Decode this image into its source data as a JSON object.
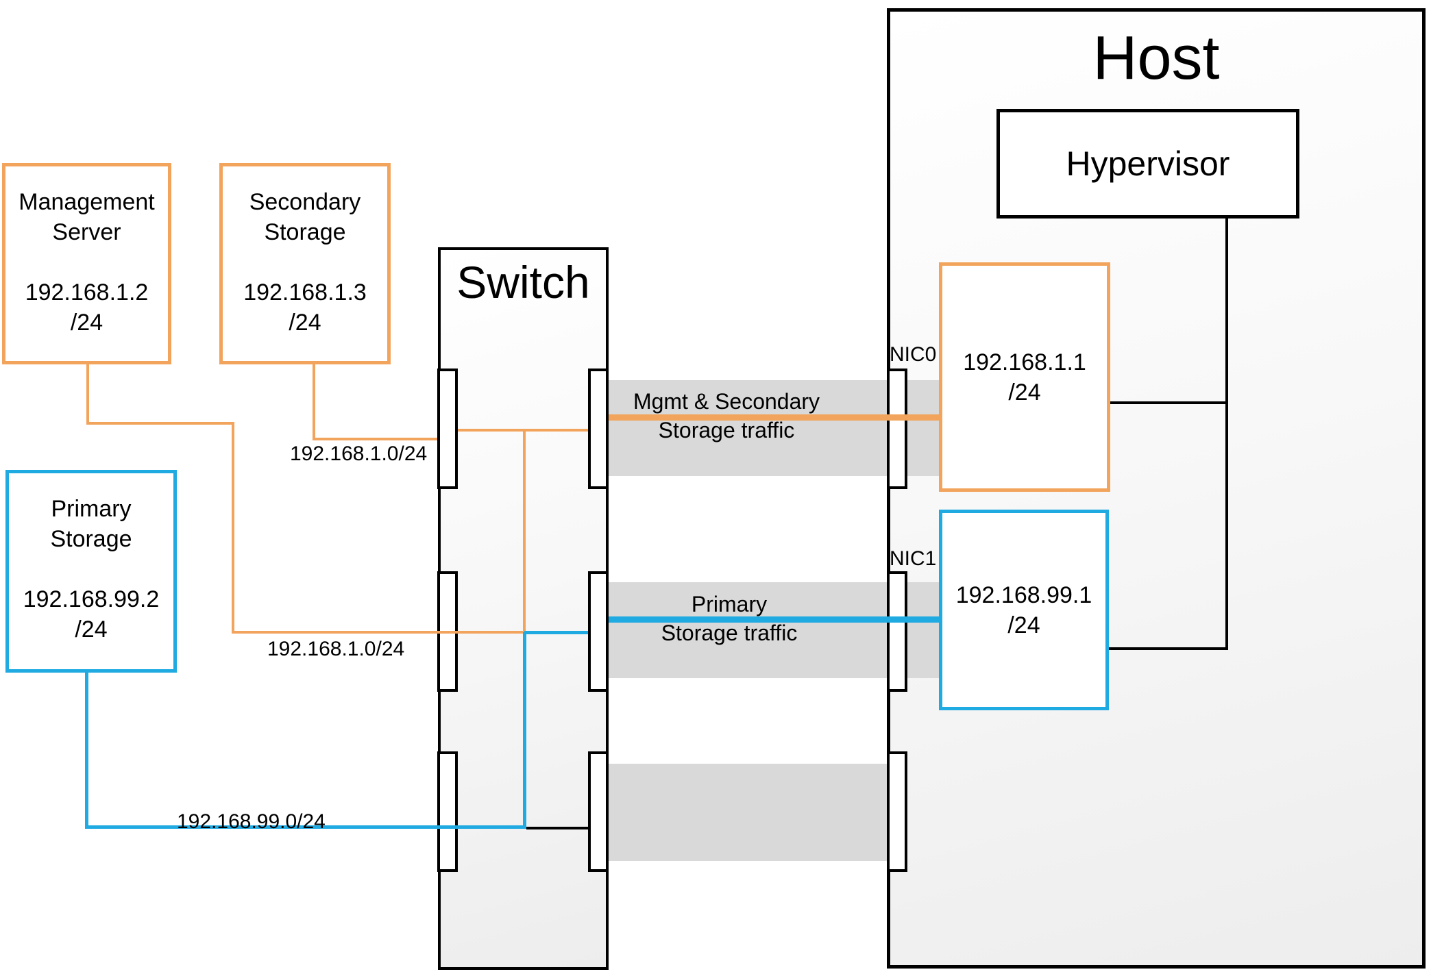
{
  "diagram": {
    "host": {
      "title": "Host"
    },
    "hypervisor": {
      "label": "Hypervisor"
    },
    "switch": {
      "title": "Switch"
    },
    "nodes": {
      "management": {
        "name": "Management\nServer",
        "ip": "192.168.1.2\n/24"
      },
      "secondary": {
        "name": "Secondary\nStorage",
        "ip": "192.168.1.3\n/24"
      },
      "primary": {
        "name": "Primary\nStorage",
        "ip": "192.168.99.2\n/24"
      }
    },
    "nics": {
      "nic0": {
        "label": "NIC0",
        "ip": "192.168.1.1\n/24"
      },
      "nic1": {
        "label": "NIC1",
        "ip": "192.168.99.1\n/24"
      }
    },
    "subnet_labels": {
      "secondary_link": "192.168.1.0/24",
      "management_link": "192.168.1.0/24",
      "primary_link": "192.168.99.0/24"
    },
    "traffic_labels": {
      "mgmt": "Mgmt & Secondary\nStorage traffic",
      "primary": "Primary\nStorage traffic"
    },
    "colors": {
      "orange": "#F2A45C",
      "blue": "#1FAAE2",
      "gray_band": "#D9D9D9",
      "line_black": "#000000"
    }
  }
}
